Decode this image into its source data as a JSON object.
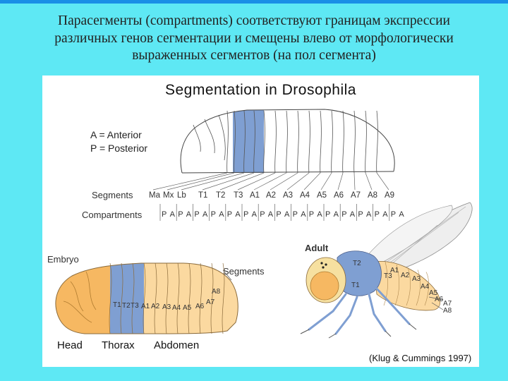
{
  "slide": {
    "title_lines": [
      "Парасегменты (compartments) соответствуют границам экспрессии",
      "различных генов сегментации и смещены влево от морфологически",
      "выраженных сегментов (на пол сегмента)"
    ]
  },
  "figure": {
    "title": "Segmentation in Drosophila",
    "legend": [
      "A = Anterior",
      "P = Posterior"
    ],
    "segments_label": "Segments",
    "compartments_label": "Compartments",
    "segments": [
      "Ma",
      "Mx",
      "Lb",
      "T1",
      "T2",
      "T3",
      "A1",
      "A2",
      "A3",
      "A4",
      "A5",
      "A6",
      "A7",
      "A8",
      "A9"
    ],
    "compartment_letters": [
      "P",
      "A"
    ],
    "embryo": {
      "label": "Embryo",
      "segments_label": "Segments",
      "seg_labels": [
        "T1",
        "T2",
        "T3",
        "A1",
        "A2",
        "A3",
        "A4",
        "A5",
        "A6",
        "A7",
        "A8"
      ]
    },
    "adult": {
      "label": "Adult",
      "labels": [
        "T2",
        "T1",
        "T3",
        "A1",
        "A2",
        "A3",
        "A4",
        "A5",
        "A6",
        "A7",
        "A8"
      ]
    },
    "bottom_labels": [
      "Head",
      "Thorax",
      "Abdomen"
    ],
    "credit": "(Klug & Cummings 1997)",
    "colors": {
      "thorax_blue": "#7f9fd2",
      "abdomen_peach": "#fbd9a0",
      "head_orange": "#f6b862"
    }
  }
}
